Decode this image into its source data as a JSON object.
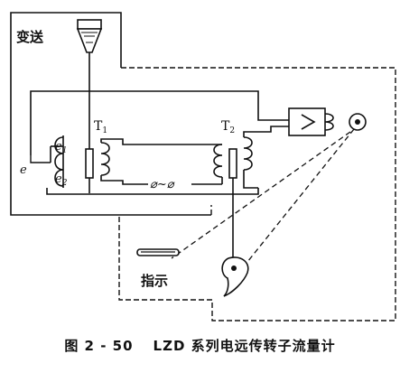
{
  "labels": {
    "transmitter": "变送",
    "indicator": "指示",
    "e": "e",
    "e1_main": "e",
    "e1_sub": "1",
    "e2_main": "e",
    "e2_sub": "2",
    "t1_main": "T",
    "t1_sub": "1",
    "t2_main": "T",
    "t2_sub": "2",
    "phase": "⌀~⌀"
  },
  "caption": {
    "number": "图 2 - 50",
    "title": "LZD 系列电远传转子流量计"
  }
}
